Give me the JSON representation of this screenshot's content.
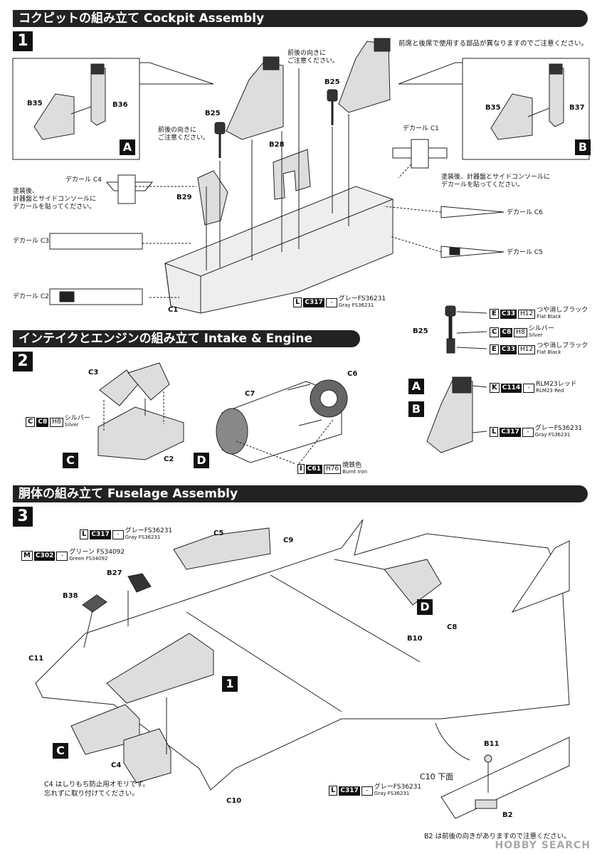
{
  "sections": [
    {
      "title": "コクピットの組み立て Cockpit Assembly",
      "step": "1"
    },
    {
      "title": "インテイクとエンジンの組み立て Intake & Engine Assembly",
      "step": "2"
    },
    {
      "title": "胴体の組み立て Fuselage Assembly",
      "step": "3"
    }
  ],
  "notes": {
    "seat_diff": "前席と後席で使用する部品が異なりますのでご注意ください。",
    "orientation_1": "前後の向きに\nご注意ください。",
    "orientation_2": "前後の向きに\nご注意ください。",
    "decal_left": "塗装後、\n計器盤とサイドコンソールに\nデカールを貼ってください。",
    "decal_right": "塗装後、計器盤とサイドコンソールに\nデカールを貼ってください。",
    "c4_weight": "C4 はしりもち防止用オモリです。\n忘れずに取り付けてください。",
    "c10_bottom": "C10 下面",
    "b2_note": "B2 は前後の向きがありますので注意ください。"
  },
  "parts": {
    "b35a": "B35",
    "b36": "B36",
    "b35b": "B35",
    "b37": "B37",
    "b25a": "B25",
    "b25b": "B25",
    "b28": "B28",
    "b29": "B29",
    "c1": "C1",
    "b25c": "B25",
    "c3": "C3",
    "c2": "C2",
    "c7": "C7",
    "c6": "C6",
    "c5": "C5",
    "c9": "C9",
    "b27": "B27",
    "b38": "B38",
    "c11": "C11",
    "c4": "C4",
    "c10": "C10",
    "b10": "B10",
    "c8": "C8",
    "b11": "B11",
    "b2": "B2"
  },
  "decals": {
    "c4": "デカール C4",
    "c3": "デカール C3",
    "c2": "デカール C2",
    "c1": "デカール C1",
    "c6": "デカール C6",
    "c5": "デカール C5"
  },
  "markers": {
    "a1": "A",
    "b1": "B",
    "c1": "C",
    "d1": "D",
    "a2": "A",
    "b2": "B",
    "d3": "D",
    "c3": "C",
    "one": "1"
  },
  "paints": {
    "gray_l": {
      "key": "L",
      "code": "C317",
      "h": "-",
      "jp": "グレーFS36231",
      "en": "Gray FS36231"
    },
    "flat_black_1": {
      "key": "E",
      "code": "C33",
      "h": "H12",
      "jp": "つや消しブラック",
      "en": "Flat Black"
    },
    "silver_1": {
      "key": "C",
      "code": "C8",
      "h": "H8",
      "jp": "シルバー",
      "en": "Silver"
    },
    "flat_black_2": {
      "key": "E",
      "code": "C33",
      "h": "H12",
      "jp": "つや消しブラック",
      "en": "Flat Black"
    },
    "rlm23": {
      "key": "K",
      "code": "C114",
      "h": "-",
      "jp": "RLM23レッド",
      "en": "RLM23 Red"
    },
    "gray_seat": {
      "key": "L",
      "code": "C317",
      "h": "-",
      "jp": "グレーFS36231",
      "en": "Gray FS36231"
    },
    "silver_intake": {
      "key": "C",
      "code": "C8",
      "h": "H8",
      "jp": "シルバー",
      "en": "Silver"
    },
    "burnt_iron": {
      "key": "I",
      "code": "C61",
      "h": "H76",
      "jp": "焼鉄色",
      "en": "Burnt Iron"
    },
    "gray_fus1": {
      "key": "L",
      "code": "C317",
      "h": "-",
      "jp": "グレーFS36231",
      "en": "Gray FS36231"
    },
    "green": {
      "key": "M",
      "code": "C302",
      "h": "-",
      "jp": "グリーン FS34092",
      "en": "Green FS34092"
    },
    "gray_fus2": {
      "key": "L",
      "code": "C317",
      "h": "-",
      "jp": "グレーFS36231",
      "en": "Gray FS36231"
    }
  },
  "watermark": "HOBBY SEARCH"
}
